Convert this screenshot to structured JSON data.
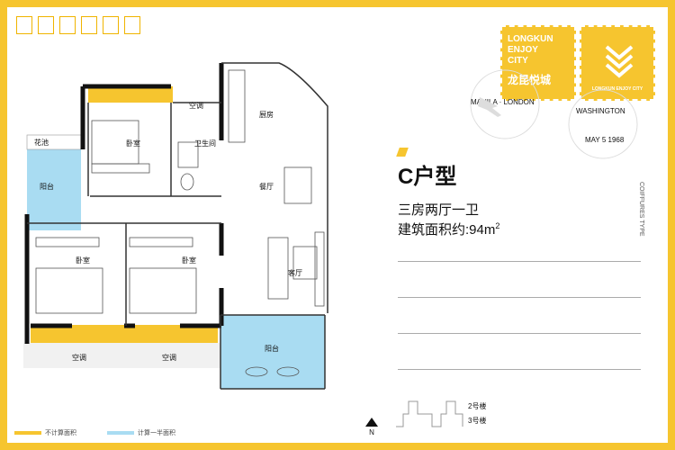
{
  "brand": {
    "en": "LONGKUN\nENJOY\nCITY",
    "cn": "龙昆悦城",
    "caption": "LONGKUN ENJOY CITY",
    "postmark_left": "MANILA · LONDON",
    "postmark_right": "WASHINGTON",
    "postmark_date": "MAY 5 1968"
  },
  "unit": {
    "title": "C户型",
    "layout": "三房两厅一卫",
    "area_label": "建筑面积约:94m",
    "area_sup": "2",
    "side_text": "COIFFURES TYPE"
  },
  "rooms": {
    "bedroom_top": "卧室",
    "bedroom_bl": "卧室",
    "bedroom_br": "卧室",
    "bathroom": "卫生间",
    "kitchen": "厨房",
    "dining": "餐厅",
    "living": "客厅",
    "balcony_left": "阳台",
    "balcony_bottom": "阳台",
    "flower_bed": "花池",
    "ac_top": "空调",
    "ac_bl": "空调",
    "ac_br": "空调"
  },
  "legend": {
    "not_counted": "不计算面积",
    "half_counted": "计算一半面积",
    "not_counted_color": "#f6c52f",
    "half_counted_color": "#a9dcf2"
  },
  "keyplan": {
    "label1": "2号楼",
    "label2": "3号楼"
  },
  "north": "N"
}
